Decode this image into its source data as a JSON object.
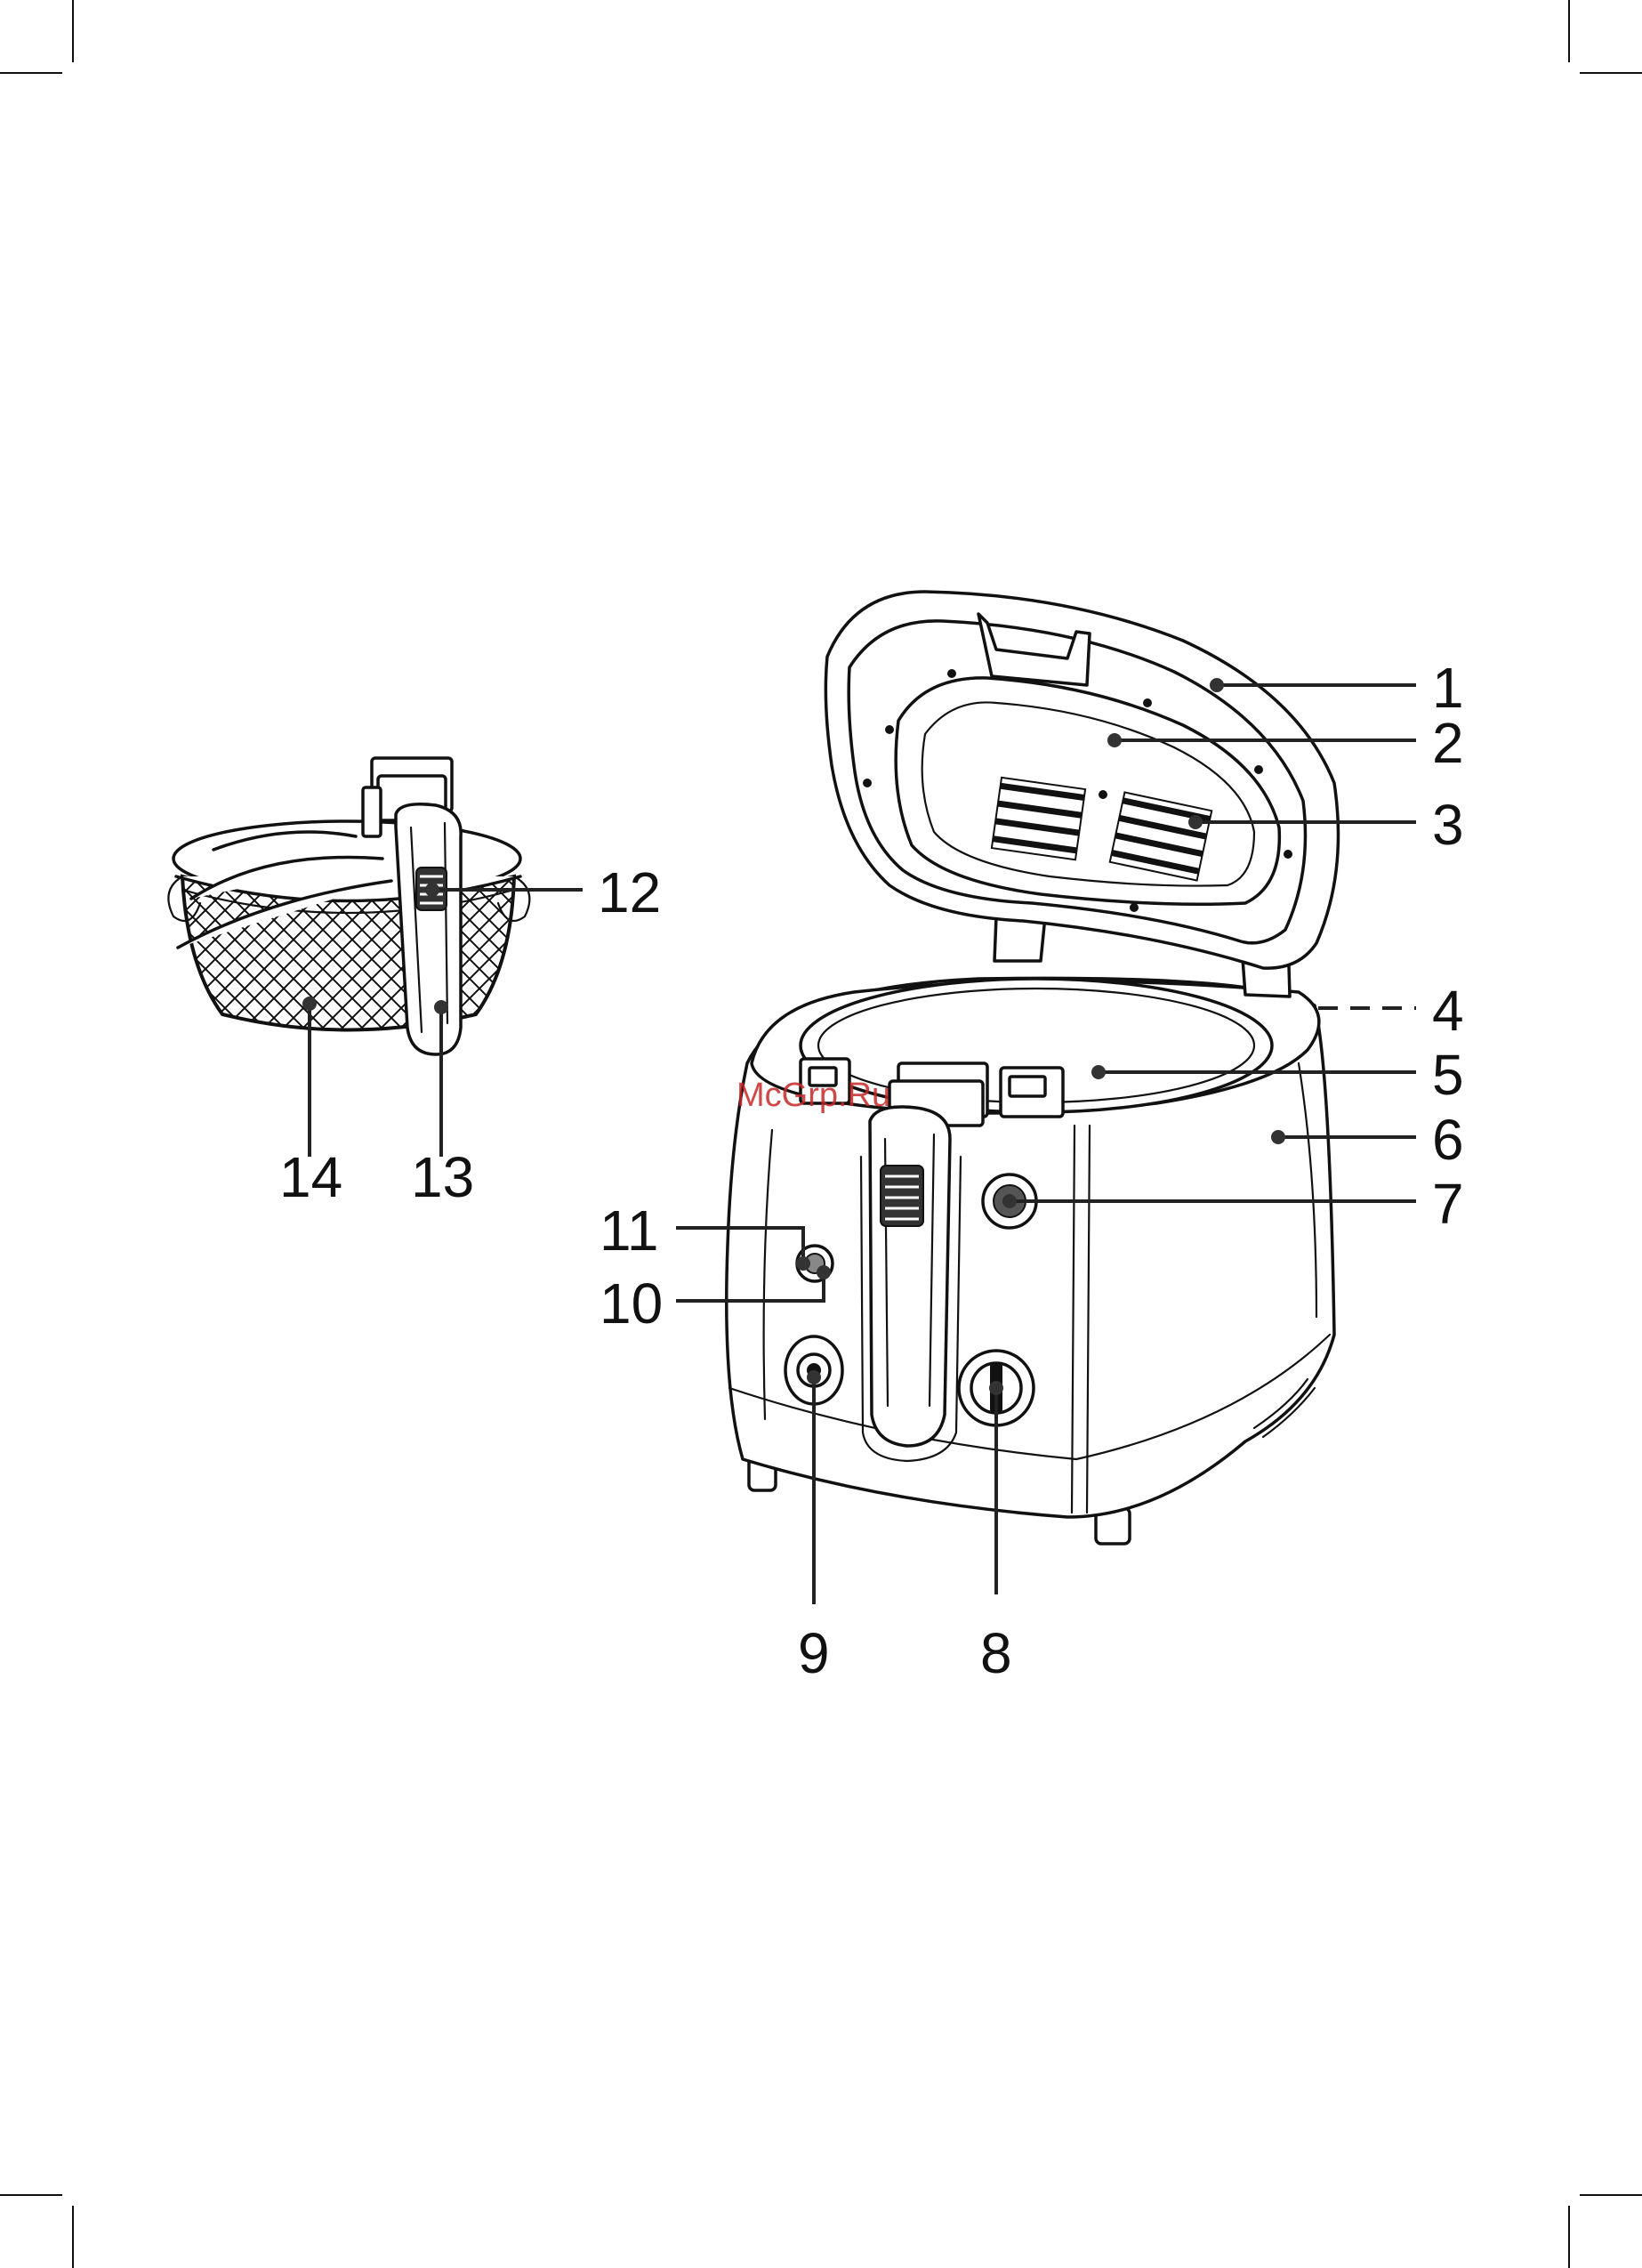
{
  "watermark": "McGrp.Ru",
  "callouts": {
    "c1": "1",
    "c2": "2",
    "c3": "3",
    "c4": "4",
    "c5": "5",
    "c6": "6",
    "c7": "7",
    "c8": "8",
    "c9": "9",
    "c10": "10",
    "c11": "11",
    "c12": "12",
    "c13": "13",
    "c14": "14"
  }
}
